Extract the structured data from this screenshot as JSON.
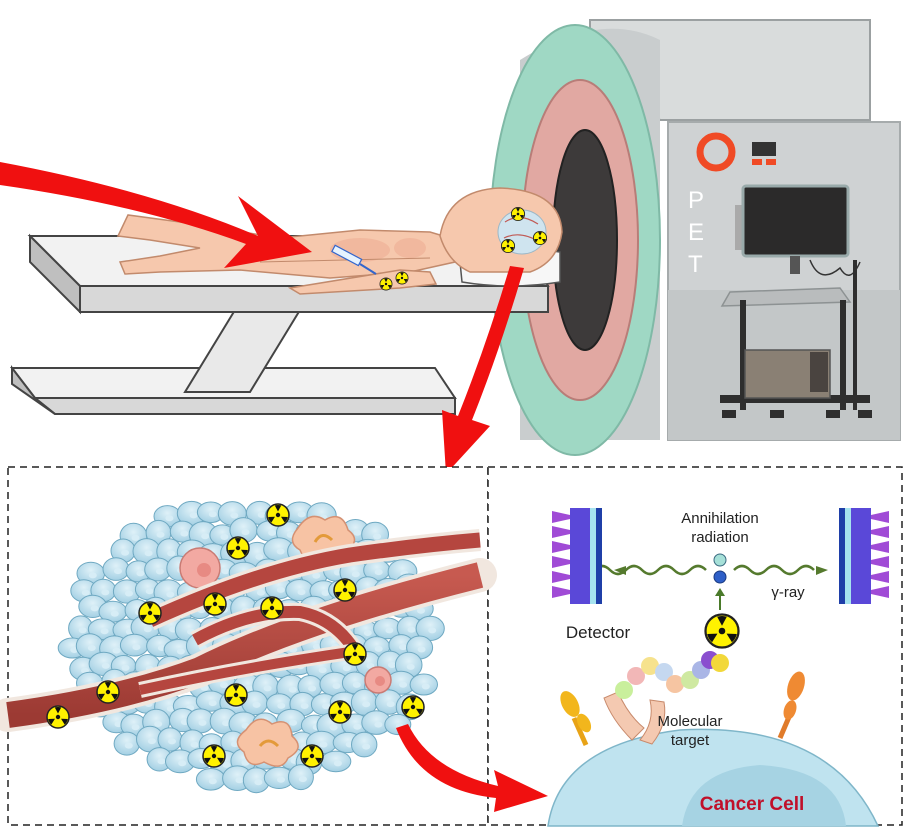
{
  "scanner": {
    "label_letters": [
      "P",
      "E",
      "T"
    ]
  },
  "molecular_panel": {
    "annihilation_line1": "Annihilation",
    "annihilation_line2": "radiation",
    "gamma_label": "γ-ray",
    "detector_label": "Detector",
    "target_line1": "Molecular",
    "target_line2": "target",
    "cell_label": "Cancer Cell"
  },
  "colors": {
    "arrow_red": "#f01010",
    "cancer_cell_label": "#c0102a",
    "skin": "#f6c8ad",
    "vessel": "#b5463f",
    "tissue_cell": "#bfe0ee",
    "cancer_cell_fill": "#bfe3ef",
    "detector_blue": "#1f3fa8",
    "detector_purple": "#a04bd6",
    "gamma_wave": "#557a2e",
    "scanner_ring_outer": "#9fd8c4",
    "scanner_ring_inner": "#e1a8a2",
    "scanner_body": "#d4d8d9"
  },
  "icons": [
    "radiation-icon",
    "syringe-icon",
    "gamma-wave-icon"
  ]
}
